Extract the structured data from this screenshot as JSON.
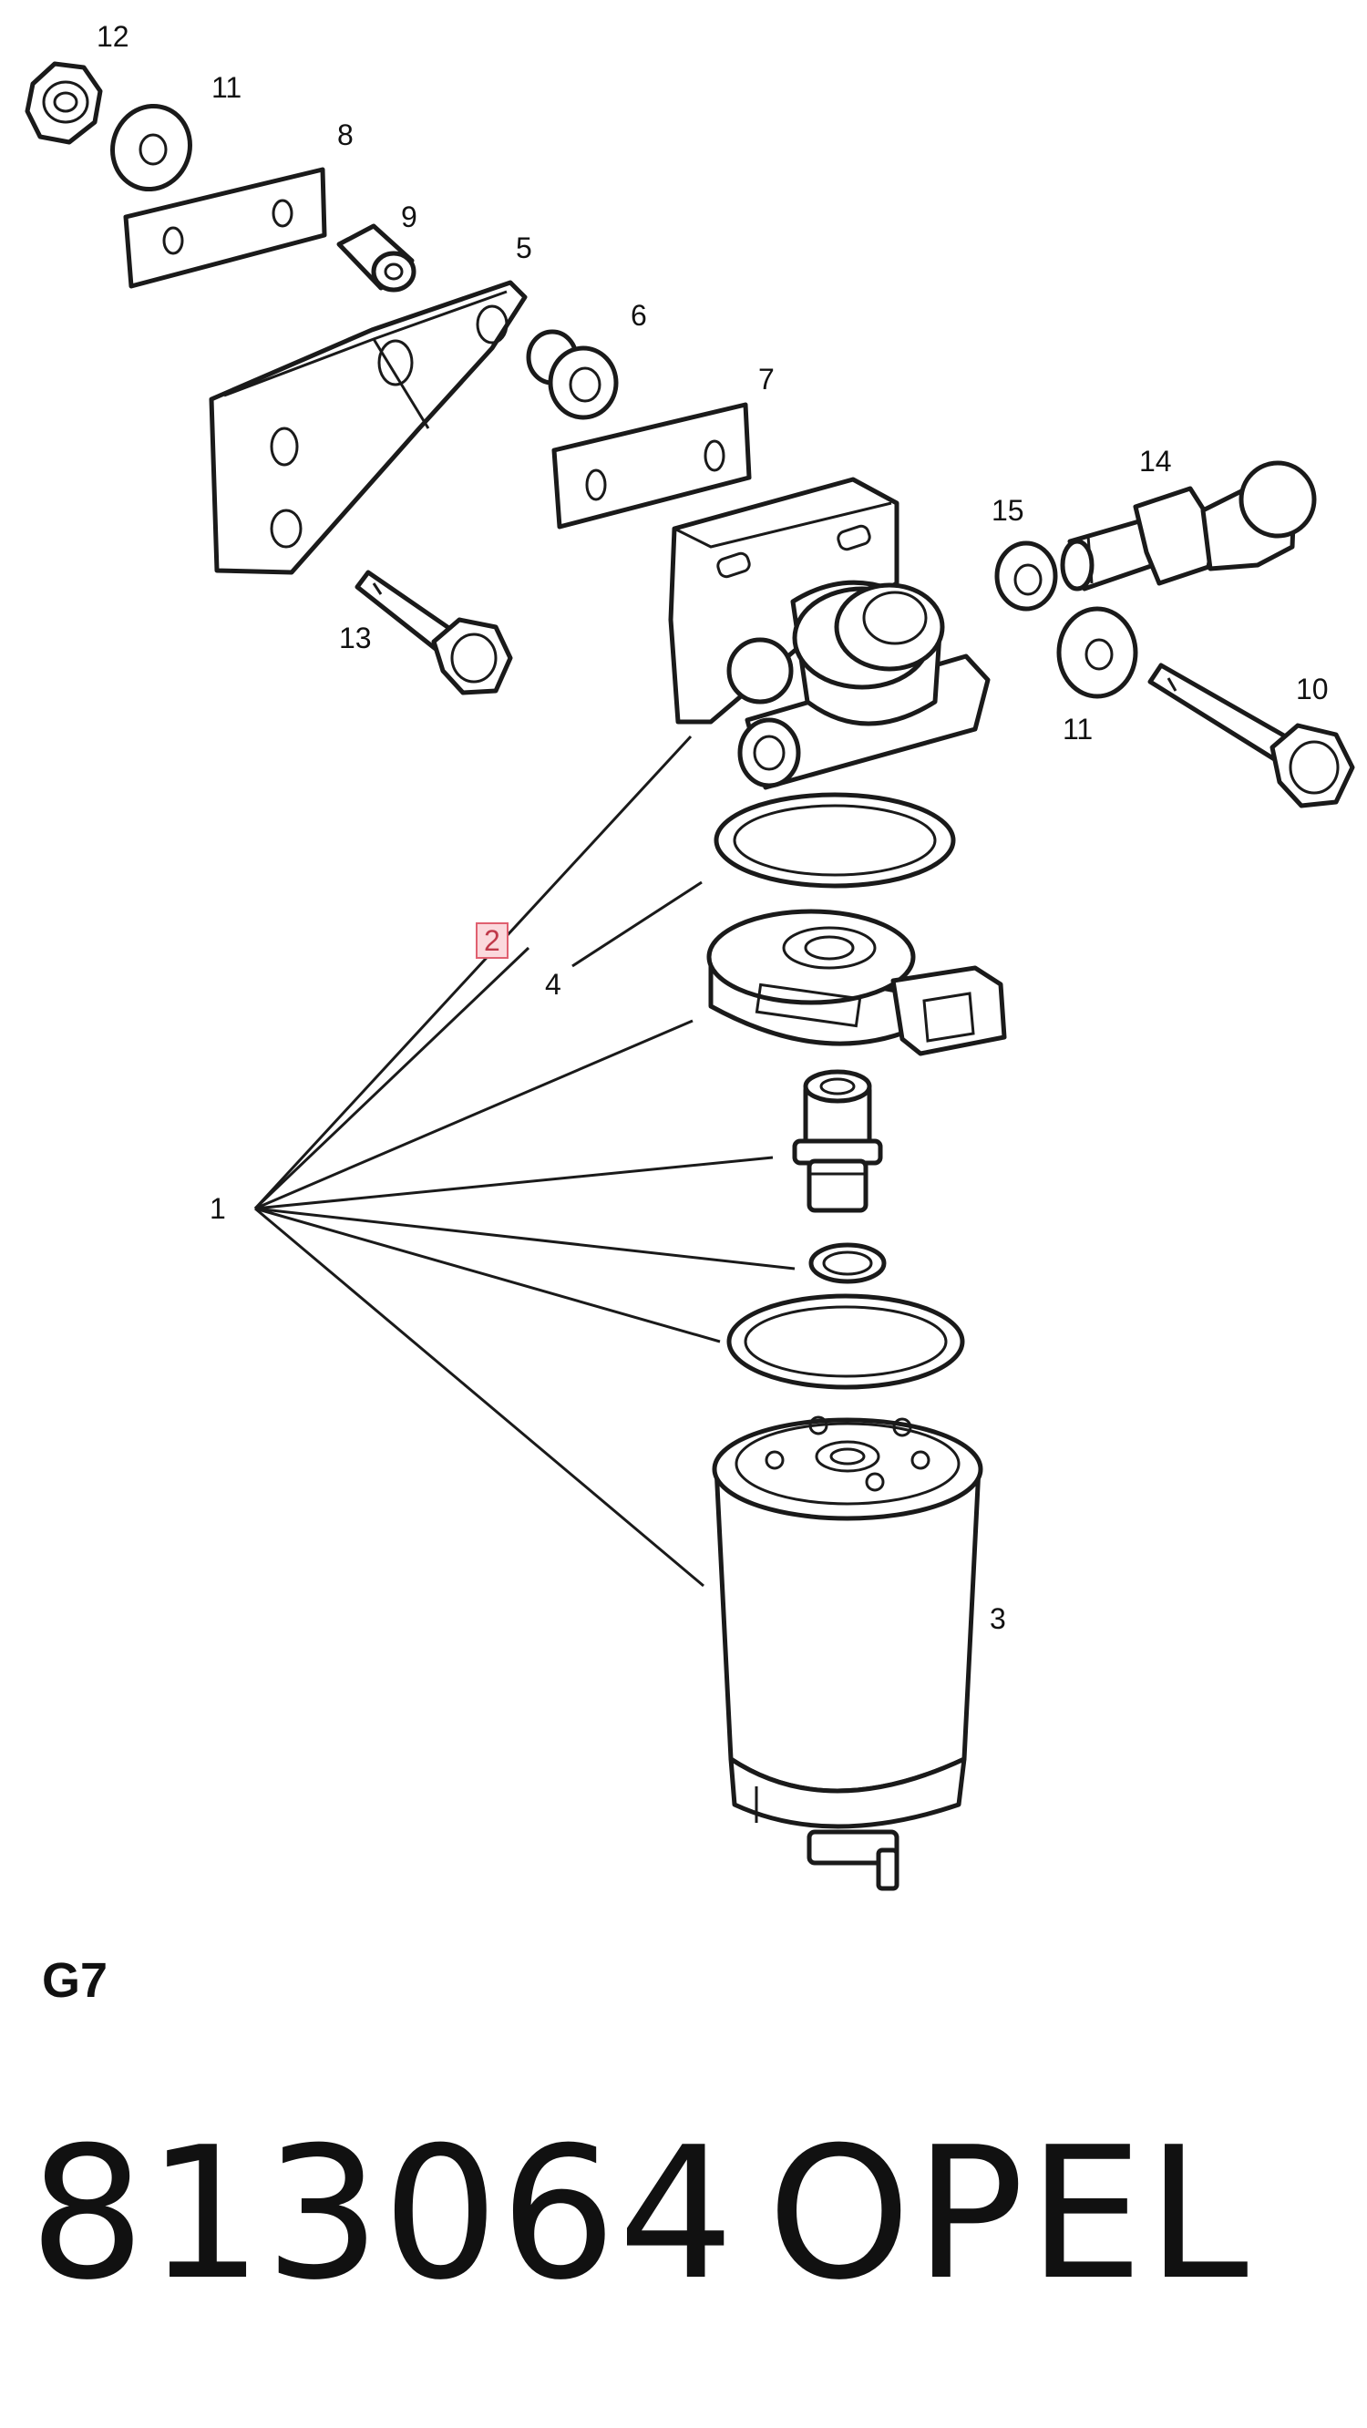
{
  "callouts": [
    {
      "id": "c12",
      "text": "12"
    },
    {
      "id": "c11a",
      "text": "11"
    },
    {
      "id": "c8",
      "text": "8"
    },
    {
      "id": "c9",
      "text": "9"
    },
    {
      "id": "c5",
      "text": "5"
    },
    {
      "id": "c6",
      "text": "6"
    },
    {
      "id": "c7",
      "text": "7"
    },
    {
      "id": "c14",
      "text": "14"
    },
    {
      "id": "c15",
      "text": "15"
    },
    {
      "id": "c13",
      "text": "13"
    },
    {
      "id": "c10",
      "text": "10"
    },
    {
      "id": "c11b",
      "text": "11"
    },
    {
      "id": "c2",
      "text": "2"
    },
    {
      "id": "c4",
      "text": "4"
    },
    {
      "id": "c1",
      "text": "1"
    },
    {
      "id": "c3",
      "text": "3"
    }
  ],
  "group_code": "G7",
  "part_number": "813064",
  "brand": "OPEL",
  "colors": {
    "line": "#1a1a1a",
    "highlight_border": "#e06070",
    "highlight_fill": "#fbd9dd",
    "highlight_text": "#c0394a"
  }
}
